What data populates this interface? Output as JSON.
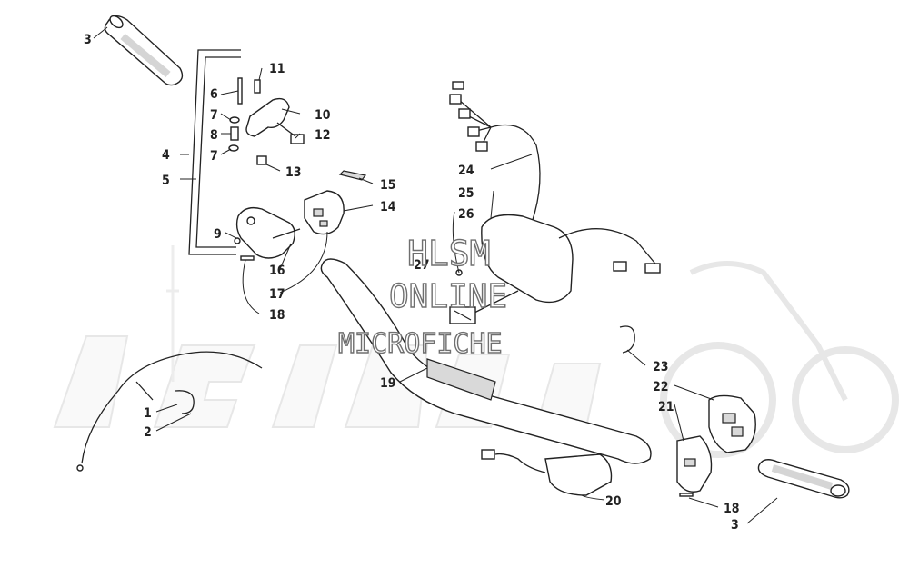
{
  "watermark": {
    "line1": "HLSM",
    "line2": "ONLINE",
    "line3": "MICROFICHE"
  },
  "labels": [
    {
      "id": "c3a",
      "text": "3"
    },
    {
      "id": "c11",
      "text": "11"
    },
    {
      "id": "c6",
      "text": "6"
    },
    {
      "id": "c7a",
      "text": "7"
    },
    {
      "id": "c10",
      "text": "10"
    },
    {
      "id": "c8",
      "text": "8"
    },
    {
      "id": "c12",
      "text": "12"
    },
    {
      "id": "c4",
      "text": "4"
    },
    {
      "id": "c7b",
      "text": "7"
    },
    {
      "id": "c13",
      "text": "13"
    },
    {
      "id": "c5",
      "text": "5"
    },
    {
      "id": "c15",
      "text": "15"
    },
    {
      "id": "c14",
      "text": "14"
    },
    {
      "id": "c9",
      "text": "9"
    },
    {
      "id": "c16",
      "text": "16"
    },
    {
      "id": "c17",
      "text": "17"
    },
    {
      "id": "c18a",
      "text": "18"
    },
    {
      "id": "c24",
      "text": "24"
    },
    {
      "id": "c25",
      "text": "25"
    },
    {
      "id": "c26",
      "text": "26"
    },
    {
      "id": "c27",
      "text": "27"
    },
    {
      "id": "c19",
      "text": "19"
    },
    {
      "id": "c23",
      "text": "23"
    },
    {
      "id": "c22",
      "text": "22"
    },
    {
      "id": "c21",
      "text": "21"
    },
    {
      "id": "c1",
      "text": "1"
    },
    {
      "id": "c2",
      "text": "2"
    },
    {
      "id": "c20",
      "text": "20"
    },
    {
      "id": "c18b",
      "text": "18"
    },
    {
      "id": "c3b",
      "text": "3"
    }
  ]
}
